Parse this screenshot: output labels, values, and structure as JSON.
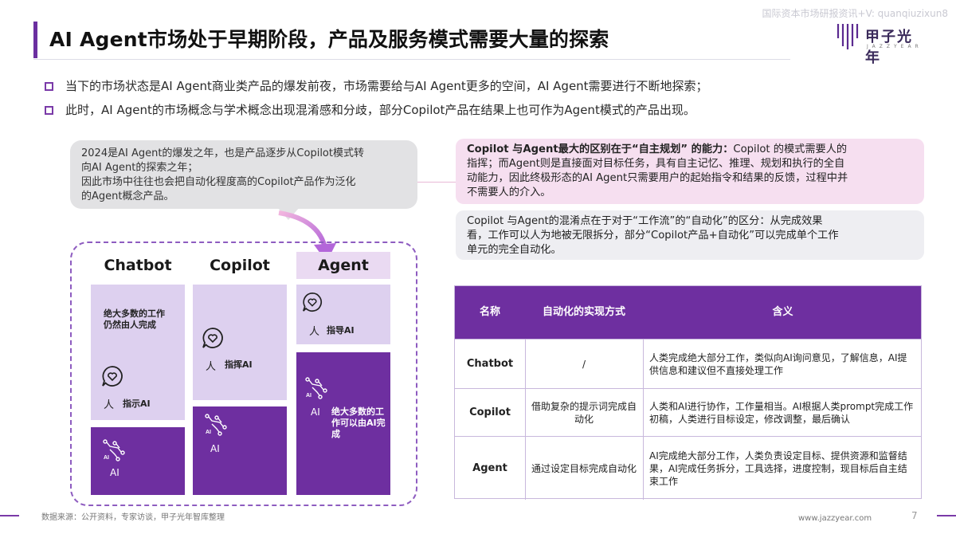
{
  "header": {
    "watermark": "国际资本市场研报资讯+V: quanqiuzixun8",
    "title": "AI Agent市场处于早期阶段，产品及服务模式需要大量的探索",
    "logo_text": "甲子光年",
    "logo_sub": "JAZZYEAR"
  },
  "bullets": [
    "当下的市场状态是AI Agent商业类产品的爆发前夜，市场需要给与AI Agent更多的空间，AI Agent需要进行不断地探索；",
    "此时，AI Agent的市场概念与学术概念出现混淆感和分歧，部分Copilot产品在结果上也可作为Agent模式的产品出现。"
  ],
  "callout": {
    "lines": [
      "2024是AI Agent的爆发之年，也是产品逐步从Copilot模式转",
      "向AI Agent的探索之年；",
      "因此市场中往往也会把自动化程度高的Copilot产品作为泛化",
      "的Agent概念产品。"
    ]
  },
  "diagram": {
    "columns": {
      "chatbot": {
        "head": "Chatbot",
        "top_text_1": "绝大多数的工作",
        "top_text_2": "仍然由人完成",
        "person": "人",
        "role": "指示AI",
        "ai": "AI"
      },
      "copilot": {
        "head": "Copilot",
        "person": "人",
        "role": "指挥AI",
        "ai": "AI"
      },
      "agent": {
        "head": "Agent",
        "person": "人",
        "role": "指导AI",
        "ai": "AI",
        "bottom_text_1": "绝大多数的工",
        "bottom_text_2": "作可以由AI完",
        "bottom_text_3": "成"
      }
    }
  },
  "pink_box": {
    "bold": "Copilot 与Agent最大的区别在于“自主规划” 的能力：",
    "line1_rest": "Copilot 的模式需要人的",
    "line2": "指挥；而Agent则是直接面对目标任务，具有自主记忆、推理、规划和执行的全自",
    "line3": "动能力，因此终极形态的AI Agent只需要用户的起始指令和结果的反馈，过程中并",
    "line4": "不需要人的介入。"
  },
  "gray_box": {
    "line1": "Copilot 与Agent的混淆点在于对于“工作流”的“自动化”的区分：从完成效果",
    "line2": "看，工作可以人为地被无限拆分，部分“Copilot产品+自动化”可以完成单个工作",
    "line3": "单元的完全自动化。"
  },
  "table": {
    "headers": [
      "名称",
      "自动化的实现方式",
      "含义"
    ],
    "rows": [
      {
        "name": "Chatbot",
        "method": "/",
        "meaning": "人类完成绝大部分工作，类似向AI询问意见，了解信息，AI提供信息和建议但不直接处理工作"
      },
      {
        "name": "Copilot",
        "method": "借助复杂的提示词完成自动化",
        "meaning": "人类和AI进行协作，工作量相当。AI根据人类prompt完成工作初稿，人类进行目标设定，修改调整，最后确认"
      },
      {
        "name": "Agent",
        "method": "通过设定目标完成自动化",
        "meaning": "AI完成绝大部分工作，人类负责设定目标、提供资源和监督结果，AI完成任务拆分，工具选择，进度控制，现目标后自主结束工作"
      }
    ]
  },
  "footer": {
    "source": "数据来源：公开资料，专家访谈，甲子光年智库整理",
    "site": "www.jazzyear.com",
    "page": "7"
  },
  "colors": {
    "purple_dark": "#6e2fa0",
    "purple_light": "#ddd0ef",
    "pink": "#f6dff0"
  }
}
